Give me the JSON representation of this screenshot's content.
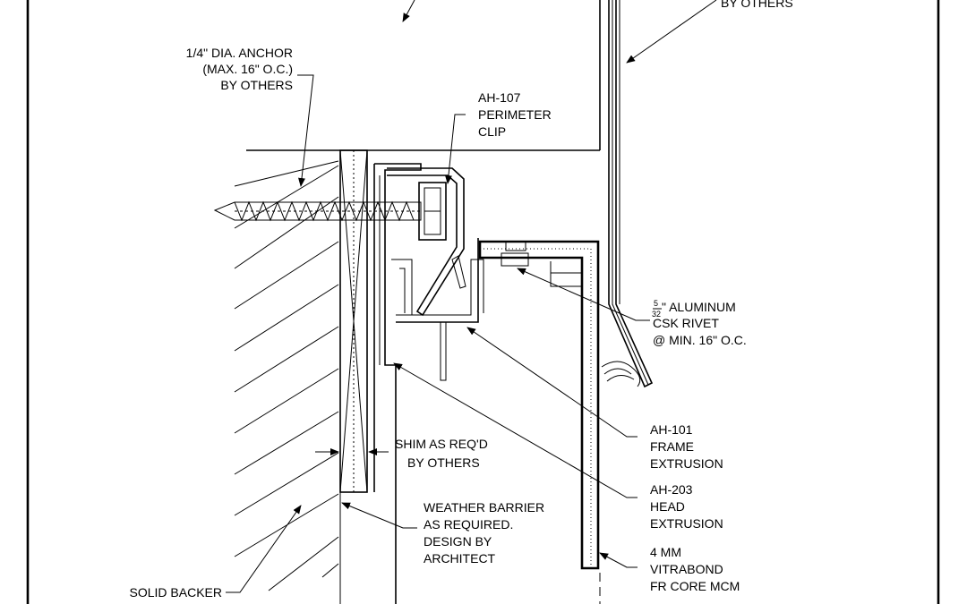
{
  "labels": {
    "by_others_top": "BY OTHERS",
    "anchor": [
      "1/4\" DIA. ANCHOR",
      "(MAX. 16\" O.C.)",
      "BY OTHERS"
    ],
    "perimeter_clip": [
      "AH-107",
      "PERIMETER",
      "CLIP"
    ],
    "rivet_fraction_num": "5",
    "rivet_fraction_den": "32",
    "rivet": [
      "\" ALUMINUM",
      "CSK RIVET",
      "@ MIN. 16\" O.C."
    ],
    "frame_extrusion": [
      "AH-101",
      "FRAME",
      "EXTRUSION"
    ],
    "shim": [
      "SHIM AS REQ'D",
      "BY OTHERS"
    ],
    "head_extrusion": [
      "AH-203",
      "HEAD",
      "EXTRUSION"
    ],
    "weather_barrier": [
      "WEATHER BARRIER",
      "AS REQUIRED.",
      "DESIGN BY",
      "ARCHITECT"
    ],
    "mcm_panel": [
      "4 MM",
      "VITRABOND",
      "FR CORE MCM"
    ],
    "solid_backer": "SOLID BACKER"
  }
}
